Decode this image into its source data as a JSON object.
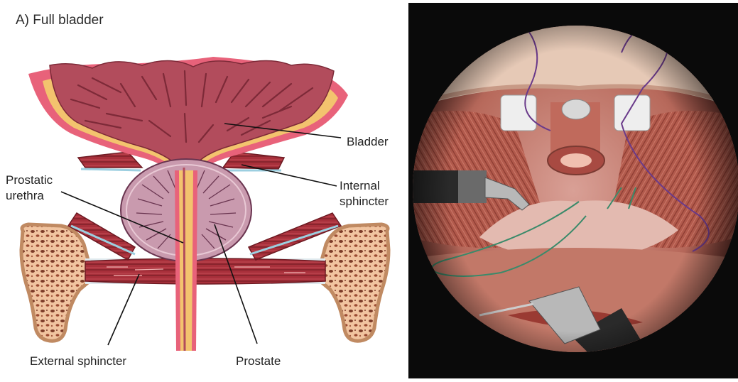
{
  "left_panel": {
    "title": "A) Full bladder",
    "labels": {
      "bladder": "Bladder",
      "internal_sphincter_1": "Internal",
      "internal_sphincter_2": "sphincter",
      "prostatic_urethra_1": "Prostatic",
      "prostatic_urethra_2": "urethra",
      "external_sphincter": "External sphincter",
      "prostate": "Prostate"
    },
    "colors": {
      "bladder": "#b24c5c",
      "bladder_dark": "#7d2a38",
      "bladder_wall": "#e8627a",
      "bladder_lining": "#f3c36e",
      "prostate": "#c99aae",
      "prostate_lines": "#6a3550",
      "muscle": "#b0333f",
      "muscle_dark": "#6d1a22",
      "bone": "#f1c4a0",
      "bone_edge": "#c08a62",
      "bone_spots": "#7c3b28",
      "leader": "#111111"
    }
  },
  "right_panel": {
    "colors": {
      "background": "#0a0a0a",
      "tissue": "#c07868",
      "tissue_dark": "#7a3a32",
      "muscle": "#a84a42",
      "pale_tissue": "#e6c9b6",
      "instrument_dark": "#2a2a2a",
      "instrument_metal": "#b8b8b8",
      "suture_purple": "#6a3a8a",
      "suture_green": "#3a8a6a"
    }
  }
}
